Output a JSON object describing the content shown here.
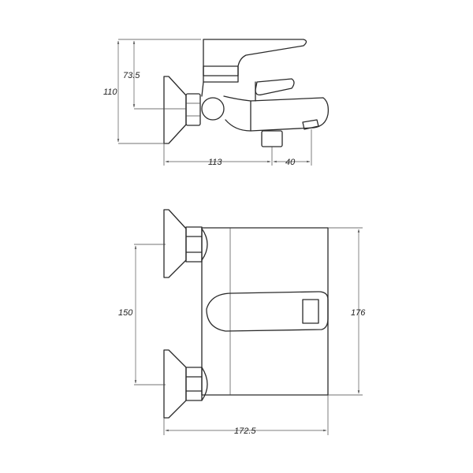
{
  "side_view": {
    "dim_height_total": "110",
    "dim_height_axis": "73.5",
    "dim_projection": "113",
    "dim_outlet": "40"
  },
  "front_view": {
    "dim_centers": "150",
    "dim_height": "176",
    "dim_width": "172.5"
  },
  "colors": {
    "line": "#2a2a2a",
    "dimension": "#555555",
    "background": "#ffffff"
  }
}
